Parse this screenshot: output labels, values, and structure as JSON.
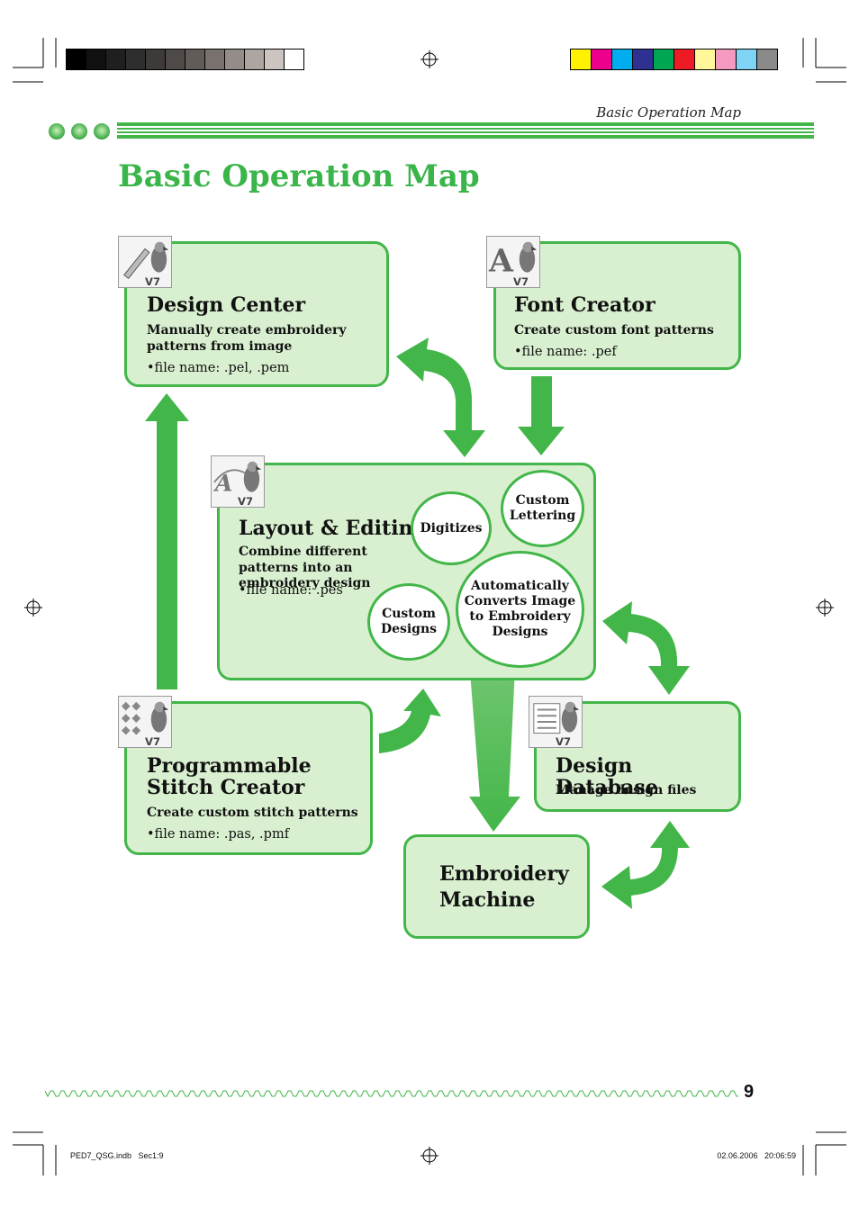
{
  "header": {
    "running_title": "Basic Operation Map"
  },
  "page": {
    "title": "Basic Operation Map",
    "number": "9"
  },
  "accent_color": "#43b649",
  "box_fill": "#d9f0d0",
  "registration": {
    "gray_swatches": [
      "#000000",
      "#111111",
      "#1f1f1f",
      "#2e2e2e",
      "#3d3a38",
      "#4f4a47",
      "#625c59",
      "#78716d",
      "#948c88",
      "#ada5a0",
      "#cbc4c0",
      "#ffffff"
    ],
    "color_swatches": [
      "#fff200",
      "#ec008c",
      "#00aeef",
      "#2e3192",
      "#00a651",
      "#ed1c24",
      "#fff799",
      "#f49ac1",
      "#7fd3f5",
      "#8a8a8a"
    ]
  },
  "boxes": {
    "design_center": {
      "title": "Design Center",
      "desc": "Manually create embroidery patterns from image",
      "file": "•file name: .pel, .pem",
      "icon": "pen-parrot-icon"
    },
    "font_creator": {
      "title": "Font Creator",
      "desc": "Create custom font patterns",
      "file": "•file name: .pef",
      "icon": "letter-a-parrot-icon"
    },
    "layout_editing": {
      "title": "Layout & Editing",
      "desc": "Combine different patterns into an embroidery design",
      "file": "•file name: .pes",
      "icon": "layout-parrot-icon"
    },
    "stitch_creator": {
      "title_line1": "Programmable",
      "title_line2": "Stitch Creator",
      "desc": "Create custom stitch patterns",
      "file": "•file name: .pas, .pmf",
      "icon": "stitch-grid-parrot-icon"
    },
    "design_database": {
      "title": "Design Database",
      "desc": "Manage design files",
      "icon": "database-parrot-icon"
    },
    "embroidery_machine": {
      "title_line1": "Embroidery",
      "title_line2": "Machine"
    }
  },
  "bubbles": {
    "digitizes": "Digitizes",
    "custom_lettering_1": "Custom",
    "custom_lettering_2": "Lettering",
    "auto_1": "Automatically",
    "auto_2": "Converts Image",
    "auto_3": "to Embroidery",
    "auto_4": "Designs",
    "custom_designs_1": "Custom",
    "custom_designs_2": "Designs"
  },
  "icon_badge": "V7",
  "footer": {
    "slug_left": "PED7_QSG.indb   Sec1:9",
    "slug_right": "02.06.2006   20:06:59"
  }
}
